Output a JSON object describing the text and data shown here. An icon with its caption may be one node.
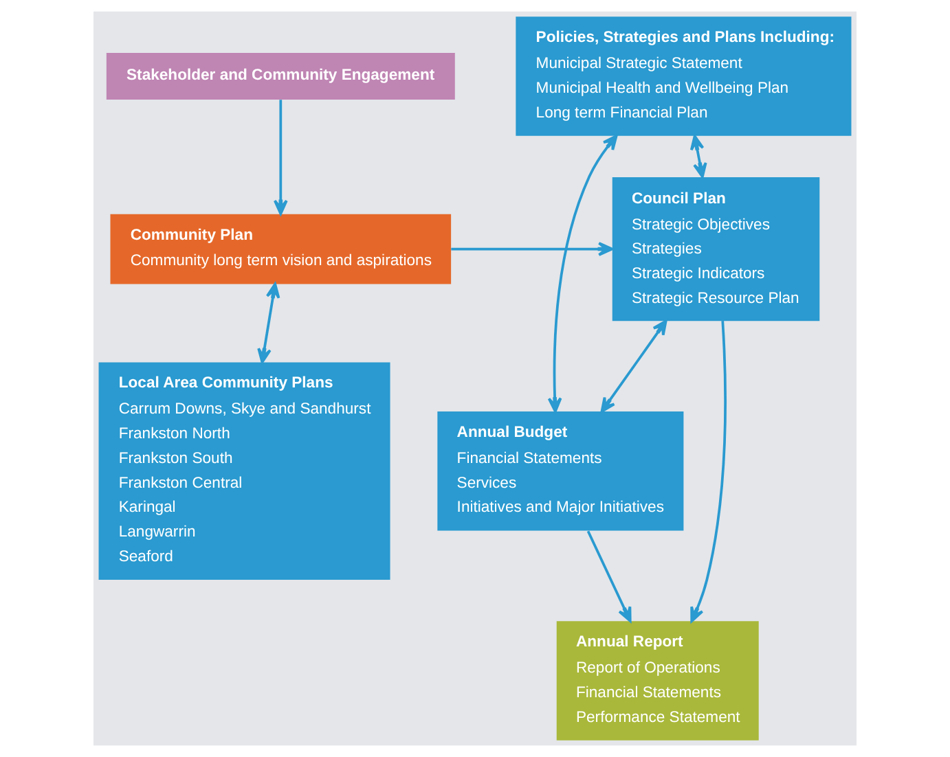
{
  "diagram": {
    "nodes": [
      {
        "text": [
          "Stakeholder and Community Engagement"
        ]
      },
      {
        "text": [
          "Community Plan",
          "Community long term vision and aspirations"
        ]
      },
      {
        "text": [
          "Council Plan",
          "Strategic Objectives",
          "Strategies",
          "Strategic Indicators",
          "Strategic Resource Plan"
        ]
      },
      {
        "text": [
          "Policies, Strategies and Plans Including:",
          "Municipal Strategic Statement",
          "Municipal Health and Wellbeing Plan",
          "Long term Financial Plan"
        ]
      },
      {
        "text": [
          "Local Area Community Plans",
          "Carrum Downs, Skye and Sandhurst",
          "Frankston North",
          "Frankston South",
          "Frankston Central",
          "Karingal",
          "Langwarrin",
          "Seaford"
        ]
      },
      {
        "text": [
          "Annual Budget",
          "Financial Statements",
          "Services",
          "Initiatives and Major Initiatives"
        ]
      },
      {
        "text": [
          "Annual Report",
          "Report of Operations",
          "Financial Statements",
          "Performance Statement"
        ]
      }
    ],
    "edges": [
      {
        "from": 0,
        "to": 1,
        "arrow": "to"
      },
      {
        "from": 1,
        "to": 2,
        "arrow": "to"
      },
      {
        "from": 1,
        "to": 4,
        "arrow": "both"
      },
      {
        "from": 3,
        "to": 2,
        "arrow": "both"
      },
      {
        "from": 2,
        "to": 5,
        "arrow": "both"
      },
      {
        "from": 3,
        "to": 5,
        "arrow": "both"
      },
      {
        "from": 2,
        "to": 6,
        "arrow": "to"
      },
      {
        "from": 5,
        "to": 6,
        "arrow": "to"
      }
    ]
  }
}
